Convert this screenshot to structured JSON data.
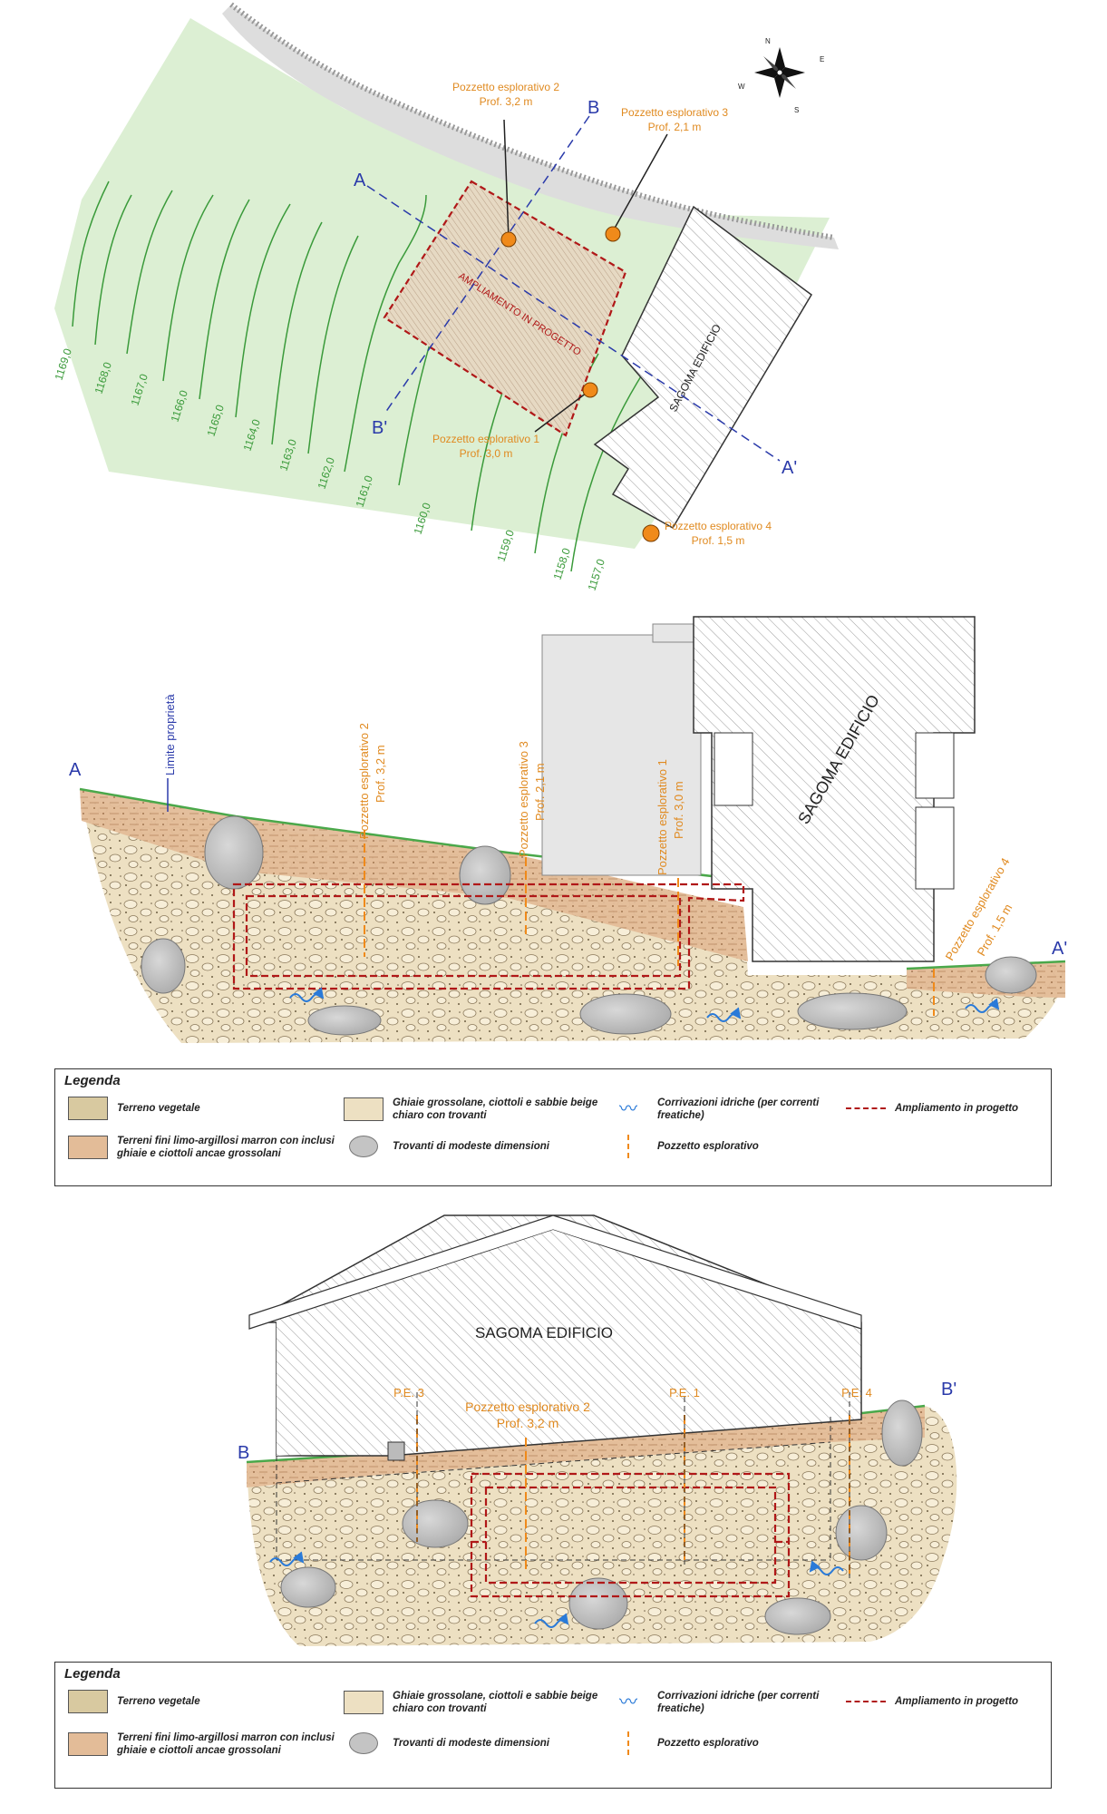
{
  "plan": {
    "contours": [
      "1169,0",
      "1168,0",
      "1167,0",
      "1166,0",
      "1165,0",
      "1164,0",
      "1163,0",
      "1162,0",
      "1161,0",
      "1160,0",
      "1159,0",
      "1158,0",
      "1157,0"
    ],
    "section_labels": {
      "a": "A",
      "a_prime": "A'",
      "b": "B",
      "b_prime": "B'"
    },
    "area_label": "AMPLIAMENTO IN PROGETTO",
    "building_label": "SAGOMA EDIFICIO",
    "compass": {
      "n": "N",
      "e": "E",
      "s": "S",
      "w": "W"
    },
    "pits": [
      {
        "name": "Pozzetto esplorativo 2",
        "depth": "Prof. 3,2 m"
      },
      {
        "name": "Pozzetto esplorativo 3",
        "depth": "Prof. 2,1 m"
      },
      {
        "name": "Pozzetto esplorativo 1",
        "depth": "Prof. 3,0 m"
      },
      {
        "name": "Pozzetto esplorativo 4",
        "depth": "Prof. 1,5 m"
      }
    ]
  },
  "section_aa": {
    "start": "A",
    "end": "A'",
    "limit_label": "Limite proprietà",
    "building_label": "SAGOMA EDIFICIO",
    "pits": [
      {
        "name": "Pozzetto esplorativo 2",
        "depth": "Prof. 3,2 m"
      },
      {
        "name": "Pozzetto esplorativo 3",
        "depth": "Prof. 2,1 m"
      },
      {
        "name": "Pozzetto esplorativo 1",
        "depth": "Prof. 3,0 m"
      },
      {
        "name": "Pozzetto esplorativo 4",
        "depth": "Prof. 1,5 m"
      }
    ]
  },
  "section_bb": {
    "start": "B",
    "end": "B'",
    "building_label": "SAGOMA EDIFICIO",
    "pe3": "P.E. 3",
    "pe1": "P.E. 1",
    "pe4": "P.E. 4",
    "pit2_name": "Pozzetto esplorativo 2",
    "pit2_depth": "Prof. 3,2 m"
  },
  "legend": {
    "title": "Legenda",
    "topsoil": "Terreno vegetale",
    "fine_soil": "Terreni fini limo-argillosi marron con inclusi ghiaie e ciottoli ancae grossolani",
    "gravel": "Ghiaie grossolane, ciottoli e sabbie beige chiaro con trovanti",
    "boulders": "Trovanti di modeste dimensioni",
    "water": "Corrivazioni idriche (per correnti freatiche)",
    "pit": "Pozzetto esplorativo",
    "expansion": "Ampliamento in progetto"
  },
  "colors": {
    "lawn": "#dcefd3",
    "contour": "#3a9a3a",
    "pit_orange": "#f08a1a",
    "label_orange": "#e08a20",
    "expansion_red": "#b01818",
    "section_blue": "#2a3aaa",
    "gravel": "#ede0c2",
    "fine_soil": "#e3bc98",
    "topsoil": "#d8c9a0"
  }
}
